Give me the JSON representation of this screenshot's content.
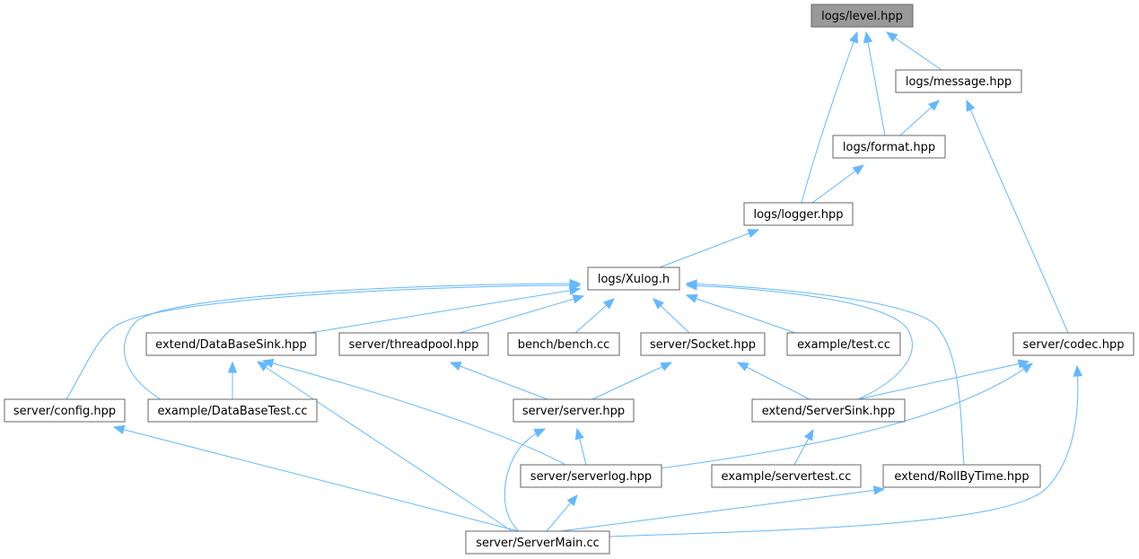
{
  "graph": {
    "nodes": [
      {
        "id": "level",
        "label": "logs/level.hpp",
        "root": true
      },
      {
        "id": "message",
        "label": "logs/message.hpp"
      },
      {
        "id": "format",
        "label": "logs/format.hpp"
      },
      {
        "id": "logger",
        "label": "logs/logger.hpp"
      },
      {
        "id": "xulog",
        "label": "logs/Xulog.h"
      },
      {
        "id": "dbsink",
        "label": "extend/DataBaseSink.hpp"
      },
      {
        "id": "threadpool",
        "label": "server/threadpool.hpp"
      },
      {
        "id": "bench",
        "label": "bench/bench.cc"
      },
      {
        "id": "socket",
        "label": "server/Socket.hpp"
      },
      {
        "id": "test",
        "label": "example/test.cc"
      },
      {
        "id": "codec",
        "label": "server/codec.hpp"
      },
      {
        "id": "config",
        "label": "server/config.hpp"
      },
      {
        "id": "dbtest",
        "label": "example/DataBaseTest.cc"
      },
      {
        "id": "server",
        "label": "server/server.hpp"
      },
      {
        "id": "serversink",
        "label": "extend/ServerSink.hpp"
      },
      {
        "id": "serverlog",
        "label": "server/serverlog.hpp"
      },
      {
        "id": "servertest",
        "label": "example/servertest.cc"
      },
      {
        "id": "rollbytime",
        "label": "extend/RollByTime.hpp"
      },
      {
        "id": "servermain",
        "label": "server/ServerMain.cc"
      }
    ],
    "edges": [
      {
        "from": "message",
        "to": "level"
      },
      {
        "from": "format",
        "to": "level"
      },
      {
        "from": "logger",
        "to": "level"
      },
      {
        "from": "format",
        "to": "message"
      },
      {
        "from": "codec",
        "to": "message"
      },
      {
        "from": "logger",
        "to": "format"
      },
      {
        "from": "xulog",
        "to": "logger"
      },
      {
        "from": "dbsink",
        "to": "xulog"
      },
      {
        "from": "threadpool",
        "to": "xulog"
      },
      {
        "from": "bench",
        "to": "xulog"
      },
      {
        "from": "socket",
        "to": "xulog"
      },
      {
        "from": "test",
        "to": "xulog"
      },
      {
        "from": "config",
        "to": "xulog"
      },
      {
        "from": "dbtest",
        "to": "xulog"
      },
      {
        "from": "serversink",
        "to": "xulog"
      },
      {
        "from": "rollbytime",
        "to": "xulog"
      },
      {
        "from": "dbtest",
        "to": "dbsink"
      },
      {
        "from": "serverlog",
        "to": "dbsink"
      },
      {
        "from": "servermain",
        "to": "dbsink"
      },
      {
        "from": "server",
        "to": "threadpool"
      },
      {
        "from": "server",
        "to": "socket"
      },
      {
        "from": "serversink",
        "to": "socket"
      },
      {
        "from": "serversink",
        "to": "codec"
      },
      {
        "from": "serverlog",
        "to": "codec"
      },
      {
        "from": "servermain",
        "to": "codec"
      },
      {
        "from": "servermain",
        "to": "config"
      },
      {
        "from": "serverlog",
        "to": "server"
      },
      {
        "from": "servermain",
        "to": "server"
      },
      {
        "from": "servertest",
        "to": "serversink"
      },
      {
        "from": "servermain",
        "to": "serverlog"
      },
      {
        "from": "servermain",
        "to": "rollbytime"
      }
    ]
  }
}
